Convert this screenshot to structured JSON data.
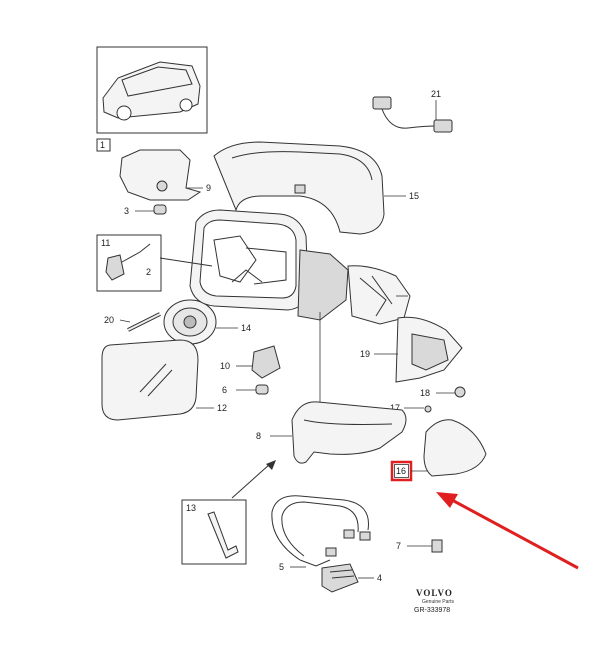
{
  "callouts": {
    "c1": "1",
    "c2": "2",
    "c3": "3",
    "c4": "4",
    "c5": "5",
    "c6": "6",
    "c7": "7",
    "c8": "8",
    "c9": "9",
    "c10": "10",
    "c11": "11",
    "c12": "12",
    "c13": "13",
    "c14": "14",
    "c15": "15",
    "c16": "16",
    "c17": "17",
    "c18": "18",
    "c19": "19",
    "c20": "20",
    "c21": "21"
  },
  "branding": {
    "logo_text": "VOLVO",
    "subtitle": "Genuine Parts",
    "reference": "GR-333978"
  },
  "highlight": {
    "callout": "16",
    "color": "#e02020"
  },
  "colors": {
    "arrow": "#e02020",
    "line": "#333333"
  }
}
